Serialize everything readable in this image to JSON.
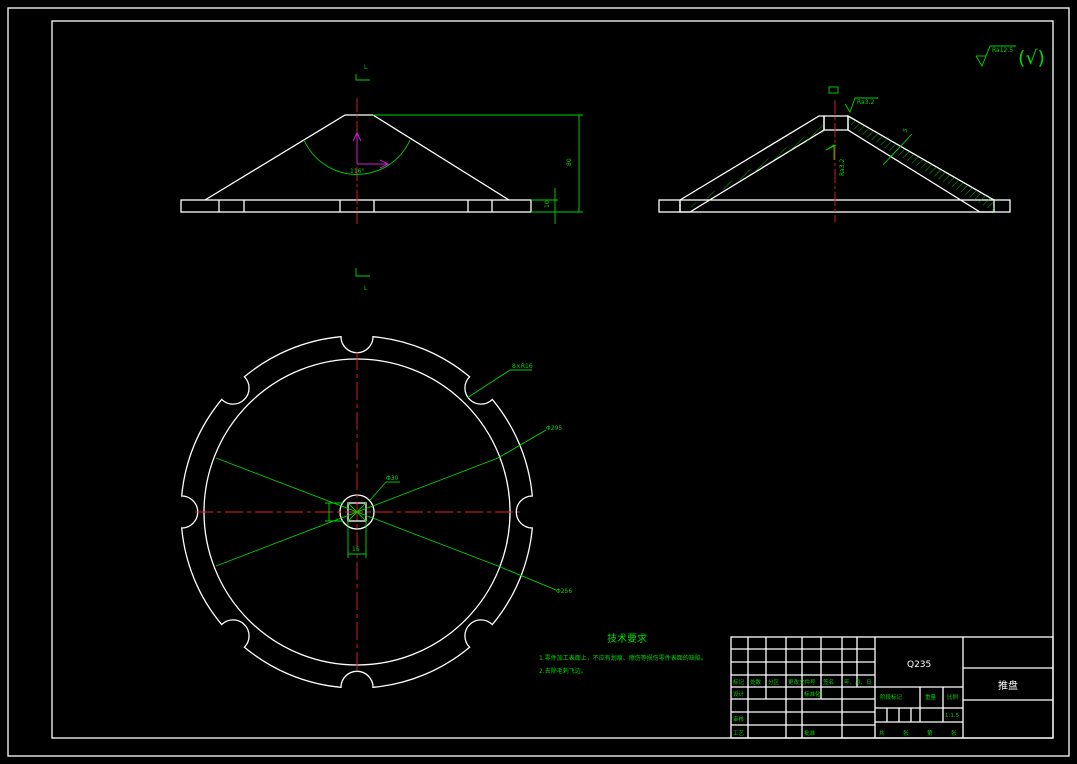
{
  "surface_finish": {
    "symbol": "Ra12.5",
    "bracket": "(√)"
  },
  "section_marks": {
    "top": "L",
    "bottom": "L"
  },
  "front_view": {
    "angle_label": "116°",
    "height_label": "80",
    "base_label": "10"
  },
  "section_view": {
    "finish_top": "Ra3.2",
    "finish_side": "Ra3.2",
    "thickness_label": "5"
  },
  "plan_view": {
    "notch_label": "8×R16",
    "outer_label": "Φ295",
    "hub_label": "Φ30",
    "inner_label": "Φ256",
    "hole_label": "15"
  },
  "tech_requirements": {
    "title": "技术要求",
    "line1": "1.零件加工表面上，不应有划痕、擦伤等损伤零件表面的缺陷。",
    "line2": "2.去除毛刺飞边。"
  },
  "title_block": {
    "material": "Q235",
    "part_name": "推盘",
    "scale": "1:1.5",
    "row_labels": [
      "标记",
      "处数",
      "分区",
      "更改文件号",
      "签名",
      "年、月、日"
    ],
    "design": "设计",
    "standardize": "标准化",
    "review": "审核",
    "process": "工艺",
    "approve": "批准",
    "stage_mark": "阶段标记",
    "weight": "重量",
    "ratio": "比例",
    "sheet_total": "共",
    "sheet_unit": "张",
    "sheet_no": "第",
    "sheet_unit2": "张"
  }
}
